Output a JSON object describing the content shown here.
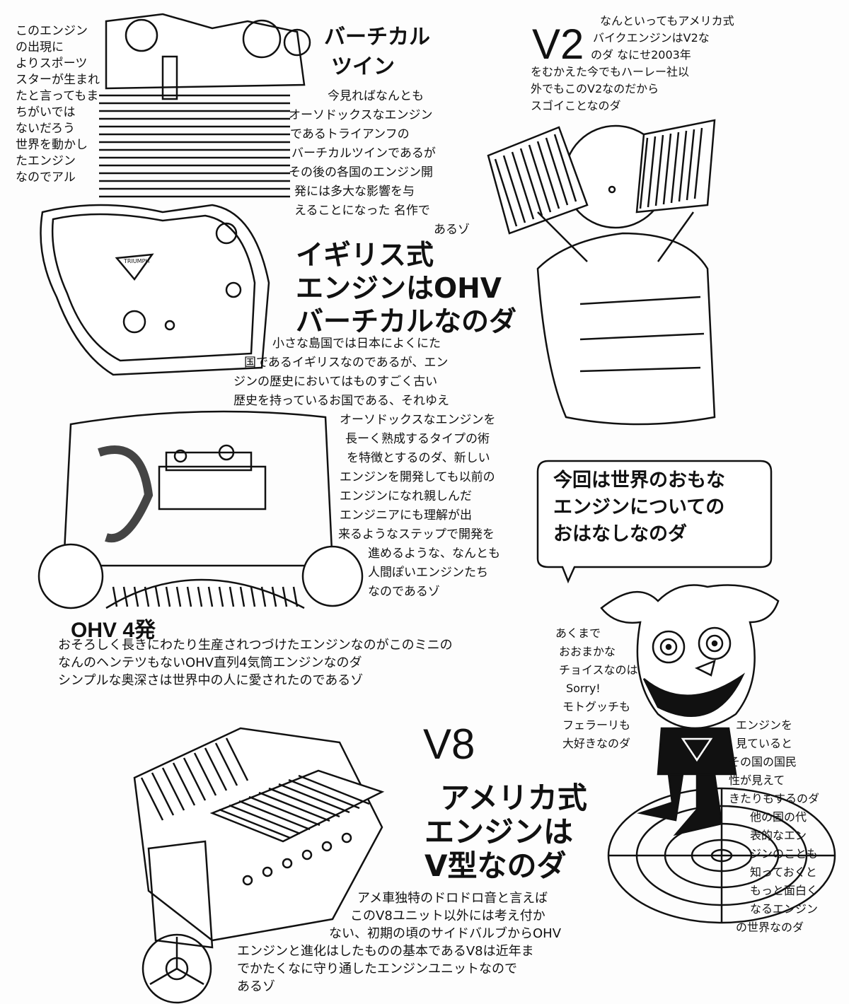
{
  "top_left_note": [
    "このエンジン",
    "の出現に",
    "よりスポーツ",
    "スターが生まれ",
    "たと言ってもま",
    "ちがいでは",
    "ないだろう",
    "世界を動かし",
    "たエンジン",
    "なのでアル"
  ],
  "vertical_twin": {
    "title": [
      "バーチカル",
      "ツイン"
    ],
    "text": [
      "今見ればなんとも",
      "オーソドックスなエンジン",
      "であるトライアンフの",
      "バーチカルツインであるが",
      "その後の各国のエンジン開",
      "発には多大な影響を与",
      "えることになった 名作で",
      "あるゾ"
    ],
    "logo_text": "TRIUMPH"
  },
  "v2": {
    "title": "V2",
    "text": [
      "なんといってもアメリカ式",
      "バイクエンジンはV2な",
      "のダ なにせ2003年",
      "をむかえた今でもハーレー社以",
      "外でもこのV2なのだから",
      "スゴイことなのダ"
    ]
  },
  "british": {
    "title": [
      "イギリス式",
      "エンジンはOHV",
      "バーチカルなのダ"
    ],
    "text": [
      "小さな島国では日本によくにた",
      "国であるイギリスなのであるが、エン",
      "ジンの歴史においてはものすごく古い",
      "歴史を持っているお国である、それゆえ",
      "オーソドックスなエンジンを",
      "長ーく熟成するタイプの術",
      "を特徴とするのダ、新しい",
      "エンジンを開発しても以前の",
      "エンジンになれ親しんだ",
      "エンジニアにも理解が出",
      "来るようなステップで開発を",
      "進めるような、なんとも",
      "人間ぽいエンジンたち",
      "なのであるゾ"
    ]
  },
  "ohv4": {
    "title": "OHV 4発",
    "text": [
      "おそろしく長きにわたり生産されつづけたエンジンなのがこのミニの",
      "なんのヘンテツもないOHV直列4気筒エンジンなのダ",
      "シンプルな奥深さは世界中の人に愛されたのであるゾ"
    ]
  },
  "speech_bubble": [
    "今回は世界のおもな",
    "エンジンについての",
    "おはなしなのダ"
  ],
  "character_note": [
    "あくまで",
    "おおまかな",
    "チョイスなのは",
    "Sorry!",
    "モトグッチも",
    "フェラーリも",
    "大好きなのダ"
  ],
  "national_note": [
    "エンジンを",
    "見ていると",
    "その国の国民",
    "性が見えて",
    "きたりもするのダ",
    "他の国の代",
    "表的なエン",
    "ジンのことも",
    "知っておくと",
    "もっと面白く",
    "なるエンジン",
    "の世界なのダ"
  ],
  "v8": {
    "title": "V8",
    "subtitle": [
      "アメリカ式",
      "エンジンは",
      "V型なのダ"
    ],
    "text": [
      "アメ車独特のドロドロ音と言えば",
      "このV8ユニット以外には考え付か",
      "ない、初期の頃のサイドバルブからOHV",
      "エンジンと進化はしたものの基本であるV8は近年ま",
      "でかたくなに守り通したエンジンユニットなので",
      "あるゾ"
    ]
  }
}
